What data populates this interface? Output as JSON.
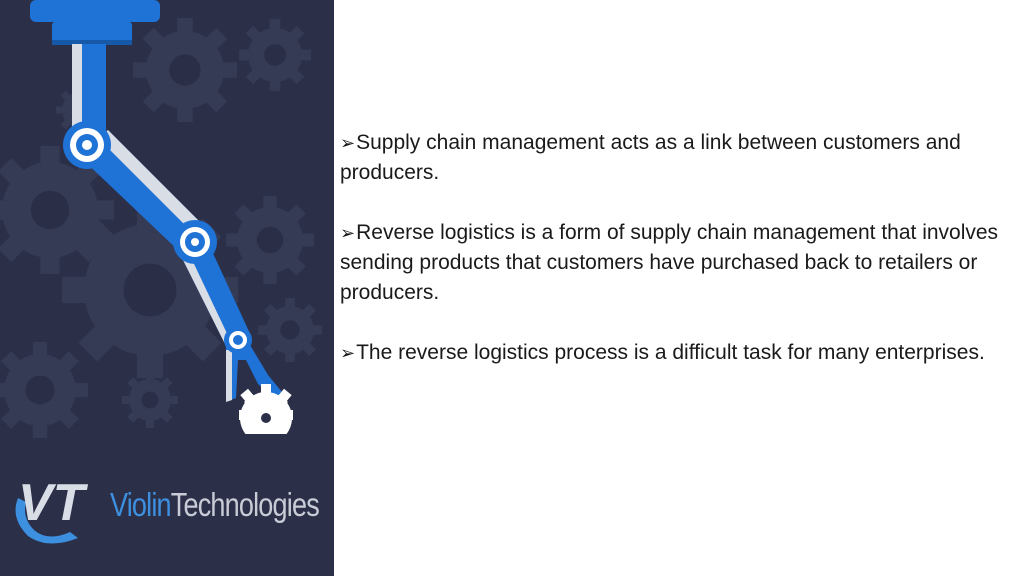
{
  "bullets": [
    {
      "marker": "➢",
      "text": "Supply chain management acts as a link between customers and producers."
    },
    {
      "marker": "➢",
      "text": "Reverse logistics is a form of supply chain management that involves sending products that customers have purchased back to retailers or producers."
    },
    {
      "marker": "➢",
      "text": "The reverse logistics process is a difficult task for many enterprises."
    }
  ],
  "logo": {
    "word1": "Violin",
    "word2": "Technologies",
    "emblem": "VT"
  },
  "colors": {
    "panel_bg": "#2b2f48",
    "arm_blue": "#1f73d6",
    "arm_light": "#d9dde6",
    "gear_bg": "#363b57",
    "logo_blue": "#3d8fe0",
    "logo_grey": "#c9ccd6"
  },
  "icons": [
    "robot-arm-illustration",
    "gear-icon",
    "logo-emblem"
  ]
}
